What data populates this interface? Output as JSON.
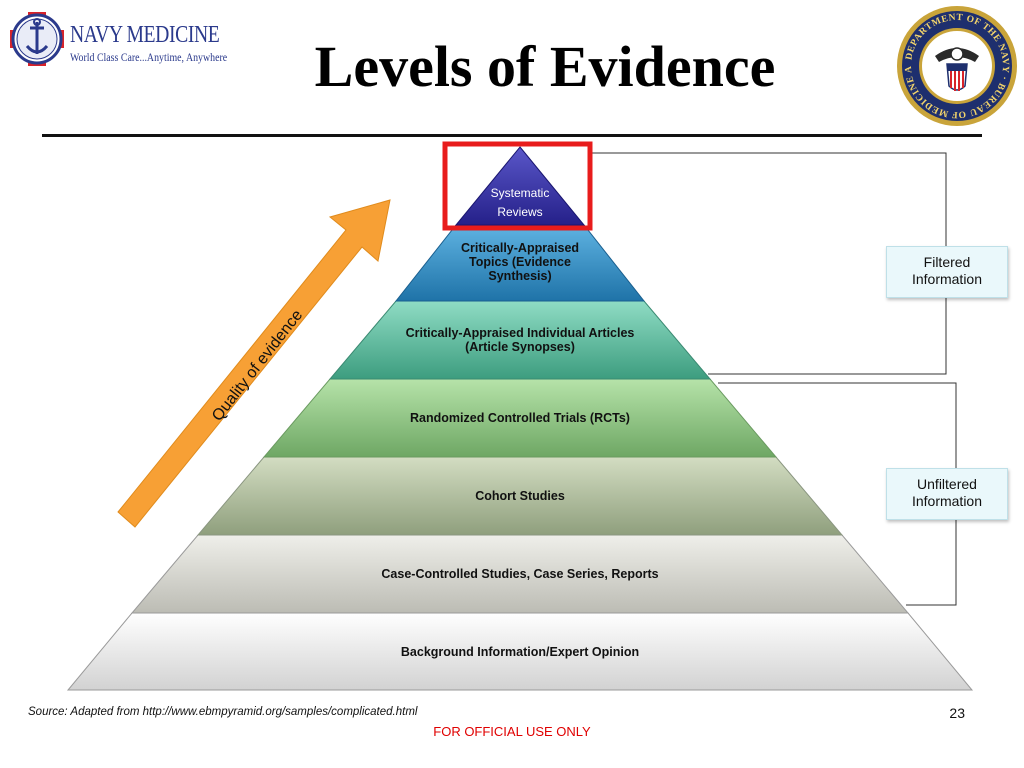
{
  "header": {
    "title": "Levels of Evidence",
    "logo": {
      "name": "NAVY MEDICINE",
      "tagline": "World Class Care...Anytime, Anywhere"
    },
    "seal": {
      "icon": "navy-bumed-seal-icon",
      "text": "DEPARTMENT OF THE NAVY · BUREAU OF MEDICINE AND SURGERY"
    }
  },
  "pyramid": {
    "tiers": [
      {
        "label": "Systematic Reviews",
        "lines": [
          "Systematic",
          "Reviews"
        ]
      },
      {
        "label": "Critically-Appraised Topics (Evidence Synthesis)",
        "lines": [
          "Critically-Appraised",
          "Topics (Evidence",
          "Synthesis)"
        ]
      },
      {
        "label": "Critically-Appraised Individual Articles (Article Synopses)",
        "lines": [
          "Critically-Appraised Individual Articles",
          "(Article Synopses)"
        ]
      },
      {
        "label": "Randomized Controlled Trials (RCTs)",
        "lines": [
          "Randomized Controlled Trials (RCTs)"
        ]
      },
      {
        "label": "Cohort Studies",
        "lines": [
          "Cohort Studies"
        ]
      },
      {
        "label": "Case-Controlled Studies, Case Series, Reports",
        "lines": [
          "Case-Controlled Studies, Case Series, Reports"
        ]
      },
      {
        "label": "Background Information/Expert Opinion",
        "lines": [
          "Background Information/Expert Opinion"
        ]
      }
    ],
    "highlight_color": "#e81c1c"
  },
  "groups": {
    "filtered": {
      "line1": "Filtered",
      "line2": "Information"
    },
    "unfiltered": {
      "line1": "Unfiltered",
      "line2": "Information"
    }
  },
  "arrow": {
    "label": "Quality of evidence",
    "color": "#f7a035"
  },
  "footer": {
    "source": "Source: Adapted from http://www.ebmpyramid.org/samples/complicated.html",
    "page_number": "23",
    "classification": "FOR OFFICIAL USE ONLY"
  }
}
